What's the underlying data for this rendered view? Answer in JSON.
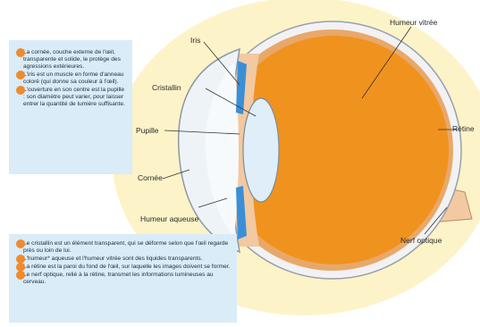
{
  "labels": {
    "iris": "Iris",
    "cristallin": "Cristallin",
    "pupille": "Pupille",
    "cornee": "Cornée",
    "humeur_aqueuse": "Humeur aqueuse",
    "humeur_vitree": "Humeur vitrée",
    "retine": "Rétine",
    "nerf_optique": "Nerf optique"
  },
  "top_box": {
    "paragraphs": [
      "La cornée, couche externe de l'œil, transparente et solide, le protège des agressions extérieures.",
      "L'iris est un muscle en forme d'anneau coloré (qui donne sa couleur à l'œil).",
      "L'ouverture en son centre est la pupille : son diamètre peut varier, pour laisser entrer la quantité de lumière suffisante."
    ]
  },
  "bottom_box": {
    "paragraphs": [
      "Le cristallin est un élément transparent, qui se déforme selon que l'œil regarde près ou loin de lui.",
      "L'humeur* aqueuse et l'humeur vitrée sont des liquides transparents.",
      "La rétine est la paroi du fond de l'œil, sur laquelle les images doivent se former.",
      "Le nerf optique, relié à la rétine, transmet les informations lumineuses au cerveau."
    ]
  },
  "colors": {
    "background_halo": "#fdf3c8",
    "sclera": "#f2f2f4",
    "choroid": "#e9a86a",
    "vitreous": "#f0921e",
    "nerve": "#f3c9a2",
    "text_box": "#d9ecf8",
    "bullet": "#f08a2c",
    "iris": "#3b8fd6"
  }
}
